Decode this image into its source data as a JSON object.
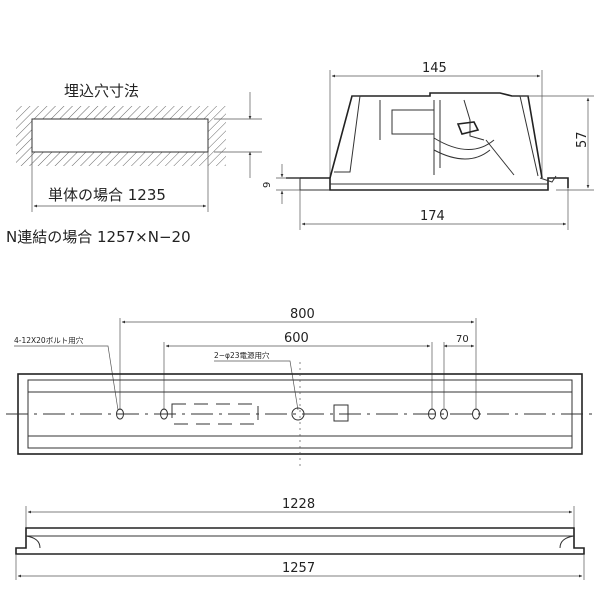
{
  "cutout": {
    "title": "埋込穴寸法",
    "single_label": "単体の場合 1235",
    "connected_label": "N連結の場合 1257×N−20"
  },
  "section": {
    "width_top": "145",
    "height_right": "57",
    "height_left": "9",
    "width_bottom": "174"
  },
  "plan": {
    "dim_800": "800",
    "dim_600": "600",
    "dim_70": "70",
    "bolt_holes_note": "4-12X20ボルト用穴",
    "power_holes_note": "2−φ23電源用穴"
  },
  "front": {
    "dim_1228": "1228",
    "dim_1257": "1257"
  },
  "colors": {
    "line": "#333333",
    "hatch": "#666666",
    "background": "#ffffff"
  }
}
